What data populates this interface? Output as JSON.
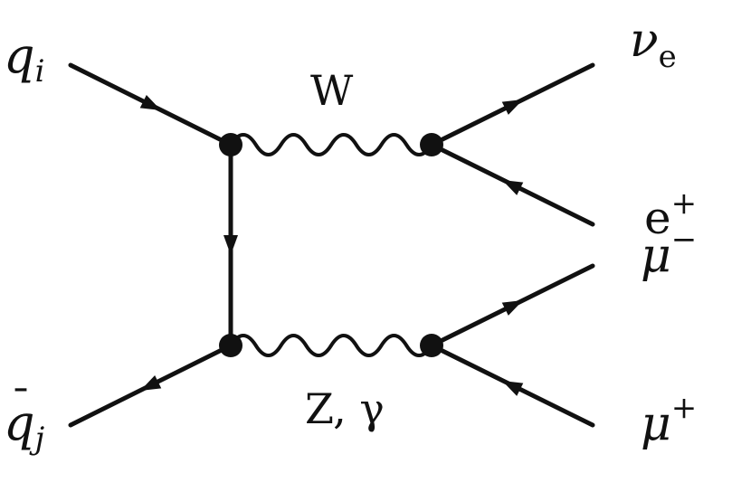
{
  "diagram": {
    "line_color": "#111111",
    "background": "#ffffff",
    "particles": {
      "quark_in": {
        "base": "q",
        "sub": "i"
      },
      "antiquark_in": {
        "base": "q",
        "bar": "¯",
        "sub": "j"
      },
      "neutrino": {
        "base": "ν",
        "sub": "e"
      },
      "positron": {
        "base": "e",
        "sup": "+"
      },
      "muon_minus": {
        "base": "μ",
        "sup": "−"
      },
      "muon_plus": {
        "base": "μ",
        "sup": "+"
      }
    },
    "bosons": {
      "w_label": "W",
      "z_gamma_label": "Z, γ"
    }
  }
}
